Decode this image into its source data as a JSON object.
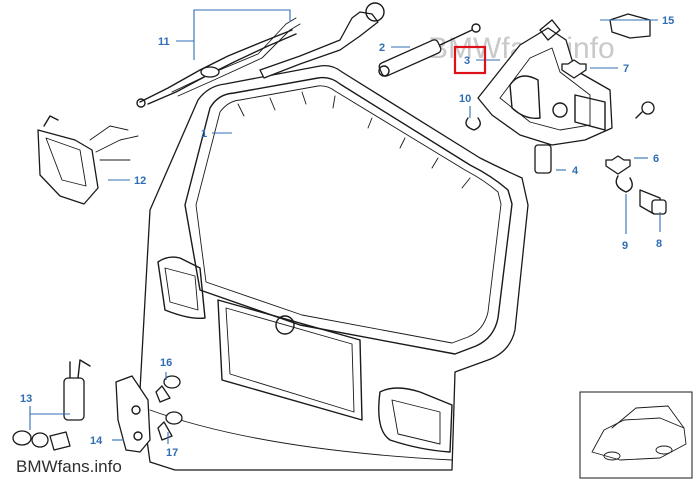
{
  "title": "Tailgate / gas strut parts diagram",
  "watermarks": {
    "top": "BMWfans.info",
    "bottom": "BMWfans.info"
  },
  "highlighted_callout": "3",
  "callouts": [
    {
      "id": "1",
      "label": "1"
    },
    {
      "id": "2",
      "label": "2"
    },
    {
      "id": "3",
      "label": "3"
    },
    {
      "id": "4",
      "label": "4"
    },
    {
      "id": "6",
      "label": "6"
    },
    {
      "id": "7",
      "label": "7"
    },
    {
      "id": "8",
      "label": "8"
    },
    {
      "id": "9",
      "label": "9"
    },
    {
      "id": "10",
      "label": "10"
    },
    {
      "id": "11",
      "label": "11"
    },
    {
      "id": "12",
      "label": "12"
    },
    {
      "id": "13",
      "label": "13"
    },
    {
      "id": "14",
      "label": "14"
    },
    {
      "id": "15",
      "label": "15"
    },
    {
      "id": "16",
      "label": "16"
    },
    {
      "id": "17",
      "label": "17"
    }
  ],
  "colors": {
    "callout": "#2f6db5",
    "highlight": "#e0101a",
    "line": "#1a1a1a"
  }
}
